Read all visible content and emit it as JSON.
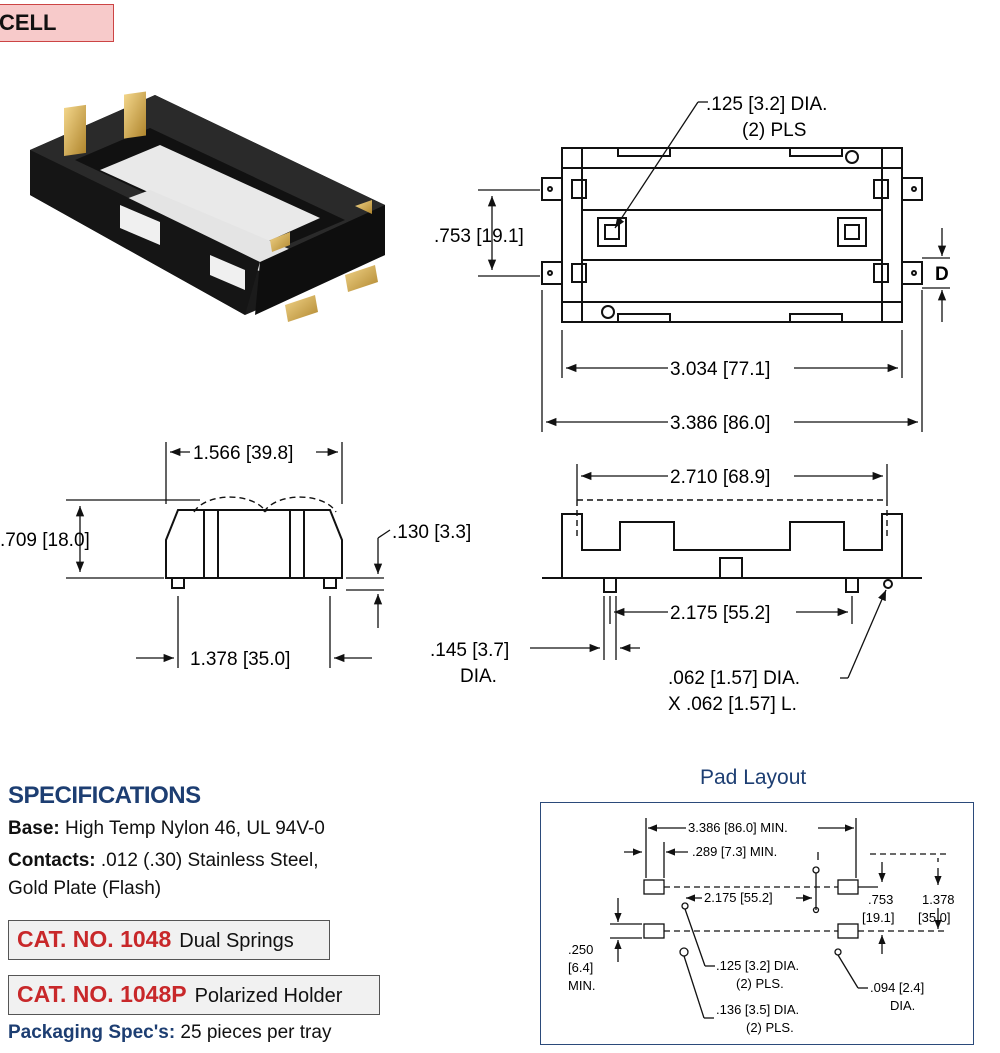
{
  "header": {
    "label": "CELL"
  },
  "top_view": {
    "hole_callout_1": ".125 [3.2] DIA.",
    "hole_callout_2": "(2) PLS",
    "height_dim": ".753 [19.1]",
    "d_label": "D",
    "inner_width": "3.034 [77.1]",
    "outer_width": "3.386 [86.0]"
  },
  "side_view": {
    "width": "1.566 [39.8]",
    "height": ".709 [18.0]",
    "pin_height": ".130 [3.3]",
    "pin_spacing": "1.378 [35.0]"
  },
  "front_view": {
    "top_width": "2.710 [68.9]",
    "pin_spacing": "2.175 [55.2]",
    "pin_dia_1": ".145 [3.7]",
    "pin_dia_2": "DIA.",
    "peg_1": ".062 [1.57] DIA.",
    "peg_2": "X .062 [1.57] L."
  },
  "specs": {
    "title": "SPECIFICATIONS",
    "base_label": "Base:",
    "base_value": "High Temp Nylon 46, UL 94V-0",
    "contacts_label": "Contacts:",
    "contacts_value": ".012 (.30) Stainless Steel,",
    "contacts_value_2": "Gold Plate (Flash)",
    "cat1_no": "CAT. NO. 1048",
    "cat1_desc": "Dual Springs",
    "cat2_no": "CAT. NO. 1048P",
    "cat2_desc": "Polarized Holder",
    "packaging_label": "Packaging Spec's:",
    "packaging_value": "25 pieces per tray"
  },
  "pad_layout": {
    "title": "Pad Layout",
    "min_width": "3.386 [86.0] MIN.",
    "pad_min": ".289 [7.3] MIN.",
    "pin_spacing": "2.175 [55.2]",
    "v1": ".753",
    "v1b": "[19.1]",
    "v2": "1.378",
    "v2b": "[35.0]",
    "left_1": ".250",
    "left_2": "[6.4]",
    "left_3": "MIN.",
    "hole_a_1": ".125 [3.2] DIA.",
    "hole_a_2": "(2) PLS.",
    "hole_b_1": ".136 [3.5] DIA.",
    "hole_b_2": "(2) PLS.",
    "hole_c_1": ".094 [2.4]",
    "hole_c_2": "DIA."
  }
}
